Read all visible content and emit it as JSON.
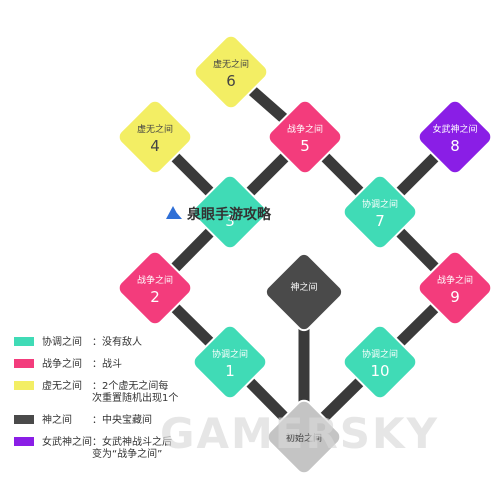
{
  "colors": {
    "connector": "#3a3a3a",
    "harmony": "#40dbb6",
    "battle": "#f33c7c",
    "void": "#f3ee64",
    "god": "#4a4a4a",
    "valkyrie": "#8a1ee6",
    "start": "#c4c4c4"
  },
  "nodes": [
    {
      "key": "void-6",
      "type": "void",
      "name": "虚无之间",
      "num": "6"
    },
    {
      "key": "void-4",
      "type": "void",
      "name": "虚无之间",
      "num": "4"
    },
    {
      "key": "battle-5",
      "type": "battle",
      "name": "战争之间",
      "num": "5"
    },
    {
      "key": "valkyrie-8",
      "type": "valkyrie",
      "name": "女武神之间",
      "num": "8"
    },
    {
      "key": "harmony-3",
      "type": "harmony",
      "name": "",
      "num": "3"
    },
    {
      "key": "harmony-7",
      "type": "harmony",
      "name": "协调之间",
      "num": "7"
    },
    {
      "key": "battle-2",
      "type": "battle",
      "name": "战争之间",
      "num": "2"
    },
    {
      "key": "god-room",
      "type": "god",
      "name": "神之间",
      "num": ""
    },
    {
      "key": "battle-9",
      "type": "battle",
      "name": "战争之间",
      "num": "9"
    },
    {
      "key": "harmony-1",
      "type": "harmony",
      "name": "协调之间",
      "num": "1"
    },
    {
      "key": "harmony-10",
      "type": "harmony",
      "name": "协调之间",
      "num": "10"
    },
    {
      "key": "start",
      "type": "start",
      "name": "初始之间",
      "num": ""
    }
  ],
  "legend": [
    {
      "type": "harmony",
      "label": "协调之间",
      "desc": [
        "：没有敌人"
      ]
    },
    {
      "type": "battle",
      "label": "战争之间",
      "desc": [
        "：战斗"
      ]
    },
    {
      "type": "void",
      "label": "虚无之间",
      "desc": [
        "：2个虚无之间每",
        "次重置随机出现1个"
      ]
    },
    {
      "type": "god",
      "label": "神之间",
      "desc": [
        "：中央宝藏间"
      ]
    },
    {
      "type": "valkyrie",
      "label": "女武神之间",
      "desc": [
        "：女武神战斗之后",
        "变为“战争之间”"
      ]
    }
  ],
  "overlay_logo": "泉眼手游攻略",
  "watermark": "GAMERSKY"
}
